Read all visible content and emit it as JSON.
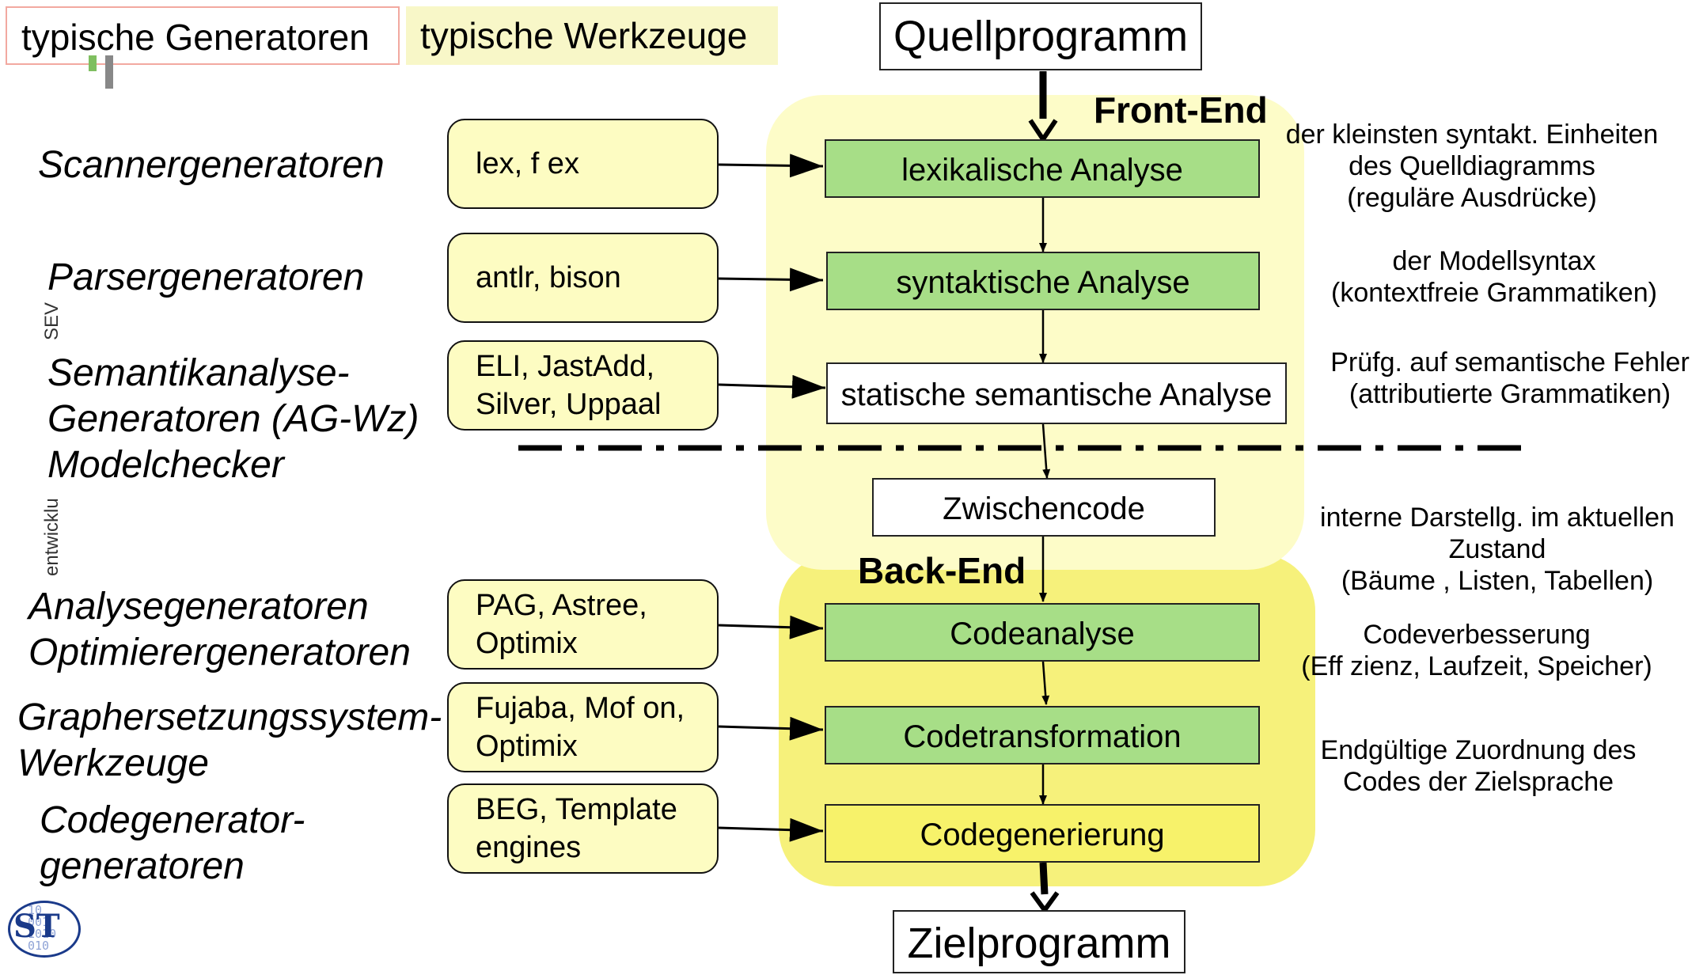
{
  "legend": {
    "generators": "typische Generatoren",
    "tools": "typische Werkzeuge"
  },
  "source": "Quellprogramm",
  "target": "Zielprogramm",
  "phases": {
    "front": "Front-End",
    "back": "Back-End"
  },
  "steps": [
    "lexikalische Analyse",
    "syntaktische Analyse",
    "statische semantische Analyse",
    "Zwischencode",
    "Codeanalyse",
    "Codetransformation",
    "Codegenerierung"
  ],
  "generators": [
    [
      "Scannergeneratoren"
    ],
    [
      "Parsergeneratoren"
    ],
    [
      "Semantikanalyse-",
      "Generatoren (AG-Wz)",
      "Modelchecker"
    ],
    [
      "Analysegeneratoren",
      "Optimierergeneratoren"
    ],
    [
      "Graphersetzungssystem-",
      "Werkzeuge"
    ],
    [
      "Codegenerator-",
      "generatoren"
    ]
  ],
  "tools": [
    [
      "lex, f ex"
    ],
    [
      "antlr, bison"
    ],
    [
      "ELI,  JastAdd,",
      "Silver, Uppaal"
    ],
    [
      "PAG, Astree,",
      "Optimix"
    ],
    [
      "Fujaba, Mof on,",
      "Optimix"
    ],
    [
      "BEG, Template",
      "engines"
    ]
  ],
  "notes": [
    [
      "der kleinsten syntakt. Einheiten",
      "des Quelldiagramms",
      "(reguläre Ausdrücke)"
    ],
    [
      "der Modellsyntax",
      "(kontextfreie Grammatiken)"
    ],
    [
      "Prüfg. auf semantische Fehler",
      "(attributierte Grammatiken)"
    ],
    [
      "interne Darstellg. im aktuellen",
      "Zustand",
      "(Bäume , Listen, Tabellen)"
    ],
    [
      "Codeverbesserung",
      "(Eff zienz, Laufzeit, Speicher)"
    ],
    [
      "Endgültige Zuordnung des",
      "Codes der Zielsprache"
    ]
  ],
  "side_text": {
    "a": "SEV",
    "b": "entwicklu"
  },
  "logo_text": "ST"
}
